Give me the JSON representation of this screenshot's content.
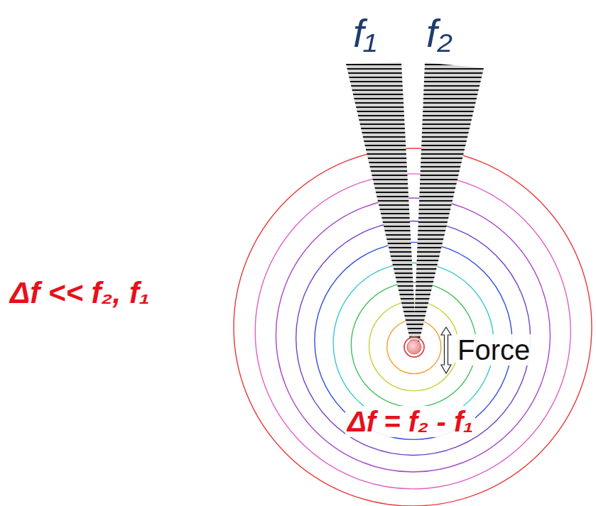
{
  "diagram": {
    "labels": [
      "f₁",
      "f₂",
      "Force",
      "Δf << f₂, f₁",
      "Δf = f₂ - f₁"
    ]
  }
}
